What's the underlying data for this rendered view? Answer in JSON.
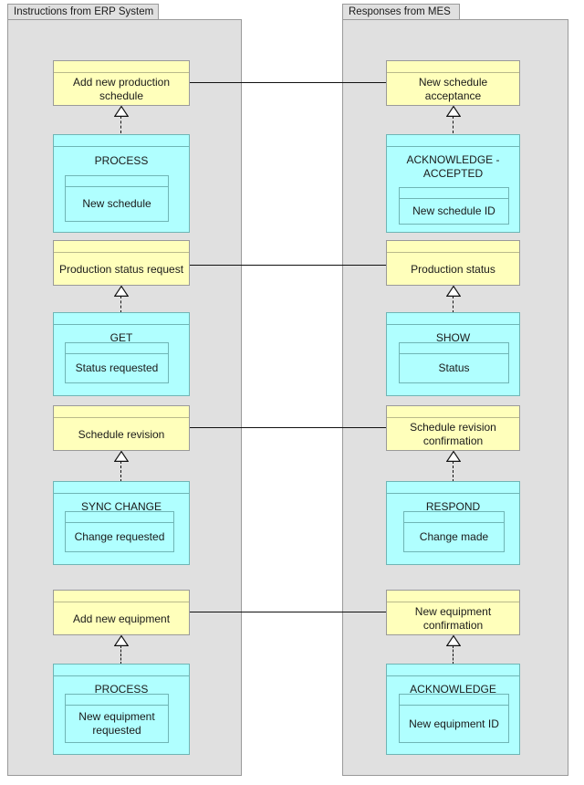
{
  "diagram": {
    "type": "uml-package-diagram",
    "colors": {
      "package_fill": "#E0E0E0",
      "package_border": "#9A9A9A",
      "interface_fill": "#FFFFBB",
      "class_fill": "#B0FFFF",
      "class_border": "#6FB5B5",
      "connector": "#111111",
      "canvas": "#FFFFFF"
    }
  },
  "packages": [
    {
      "id": "erp",
      "title": "Instructions from ERP System"
    },
    {
      "id": "mes",
      "title": "Responses from MES"
    }
  ],
  "rows": [
    {
      "left": {
        "interface": "Add new production schedule",
        "class": "PROCESS",
        "attribute": "New schedule"
      },
      "right": {
        "interface": "New schedule acceptance",
        "class": "ACKNOWLEDGE - ACCEPTED",
        "attribute": "New schedule ID"
      }
    },
    {
      "left": {
        "interface": "Production status request",
        "class": "GET",
        "attribute": "Status requested"
      },
      "right": {
        "interface": "Production status",
        "class": "SHOW",
        "attribute": "Status"
      }
    },
    {
      "left": {
        "interface": "Schedule revision",
        "class": "SYNC CHANGE",
        "attribute": "Change requested"
      },
      "right": {
        "interface": "Schedule revision confirmation",
        "class": "RESPOND",
        "attribute": "Change made"
      }
    },
    {
      "left": {
        "interface": "Add new equipment",
        "class": "PROCESS",
        "attribute": "New equipment requested"
      },
      "right": {
        "interface": "New equipment confirmation",
        "class": "ACKNOWLEDGE",
        "attribute": "New equipment ID"
      }
    }
  ]
}
